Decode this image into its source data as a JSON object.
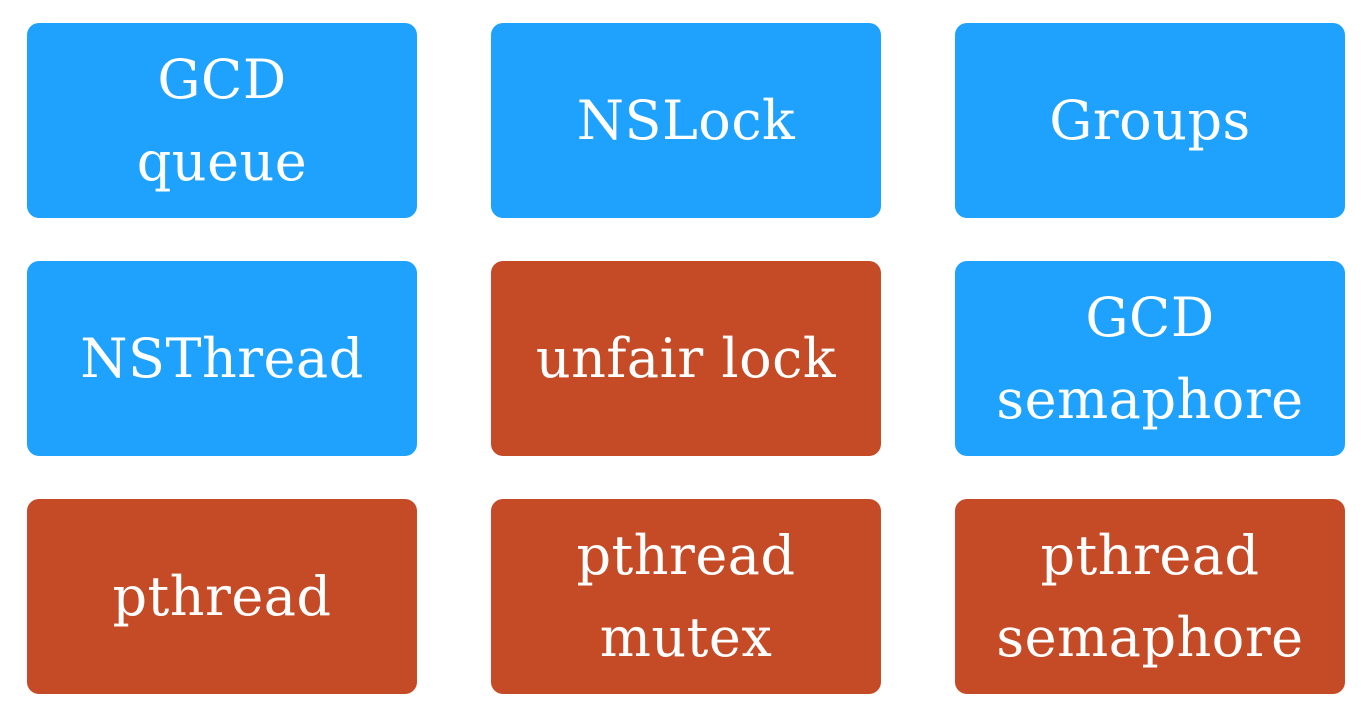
{
  "colors": {
    "blue_tile": "#1ea2fd",
    "red_tile": "#c54b27",
    "text": "#ffffff",
    "background": "#ffffff"
  },
  "tiles": [
    {
      "id": "gcd-queue",
      "lines": [
        "GCD",
        "queue"
      ],
      "color": "blue"
    },
    {
      "id": "nslock",
      "lines": [
        "NSLock"
      ],
      "color": "blue"
    },
    {
      "id": "groups",
      "lines": [
        "Groups"
      ],
      "color": "blue"
    },
    {
      "id": "nsthread",
      "lines": [
        "NSThread"
      ],
      "color": "blue"
    },
    {
      "id": "unfair-lock",
      "lines": [
        "unfair lock"
      ],
      "color": "red"
    },
    {
      "id": "gcd-semaphore",
      "lines": [
        "GCD",
        "semaphore"
      ],
      "color": "blue"
    },
    {
      "id": "pthread",
      "lines": [
        "pthread"
      ],
      "color": "red"
    },
    {
      "id": "pthread-mutex",
      "lines": [
        "pthread",
        "mutex"
      ],
      "color": "red"
    },
    {
      "id": "pthread-semaphore",
      "lines": [
        "pthread",
        "semaphore"
      ],
      "color": "red"
    }
  ]
}
